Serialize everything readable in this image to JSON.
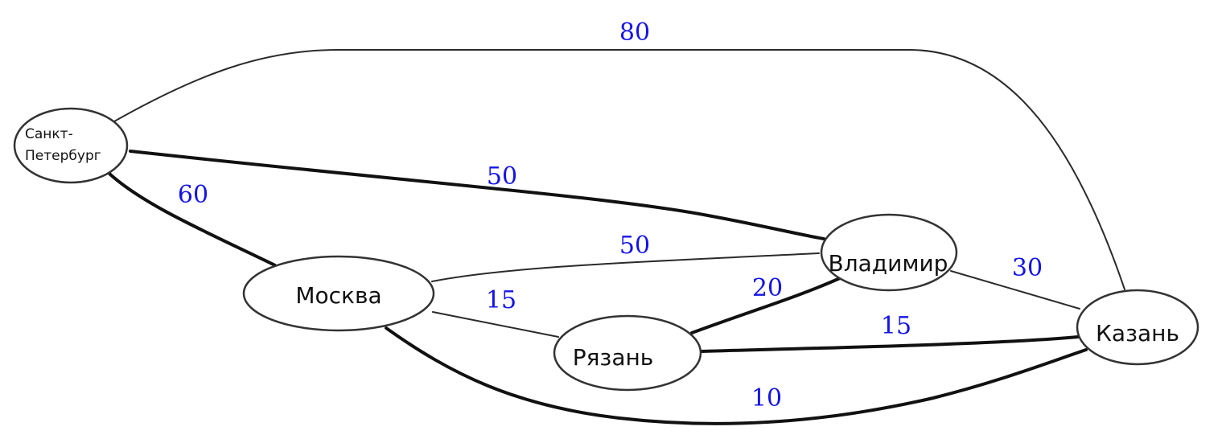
{
  "graph": {
    "nodes": {
      "spb": {
        "label_line1": "Санкт-",
        "label_line2": "Петербург"
      },
      "moscow": {
        "label": "Москва"
      },
      "vladimir": {
        "label": "Владимир"
      },
      "ryazan": {
        "label": "Рязань"
      },
      "kazan": {
        "label": "Казань"
      }
    },
    "edges": [
      {
        "id": "spb-kazan",
        "from": "Санкт-Петербург",
        "to": "Казань",
        "weight": "80"
      },
      {
        "id": "spb-vladimir",
        "from": "Санкт-Петербург",
        "to": "Владимир",
        "weight": "50"
      },
      {
        "id": "spb-moscow",
        "from": "Санкт-Петербург",
        "to": "Москва",
        "weight": "60"
      },
      {
        "id": "moscow-vladimir",
        "from": "Москва",
        "to": "Владимир",
        "weight": "50"
      },
      {
        "id": "moscow-ryazan",
        "from": "Москва",
        "to": "Рязань",
        "weight": "15"
      },
      {
        "id": "ryazan-vladimir",
        "from": "Рязань",
        "to": "Владимир",
        "weight": "20"
      },
      {
        "id": "vladimir-kazan",
        "from": "Владимир",
        "to": "Казань",
        "weight": "30"
      },
      {
        "id": "ryazan-kazan",
        "from": "Рязань",
        "to": "Казань",
        "weight": "15"
      },
      {
        "id": "moscow-kazan",
        "from": "Москва",
        "to": "Казань",
        "weight": "10"
      }
    ],
    "colors": {
      "weight_label": "#1414e6",
      "edge": "#2b2b2b",
      "node_border": "#333333"
    }
  }
}
